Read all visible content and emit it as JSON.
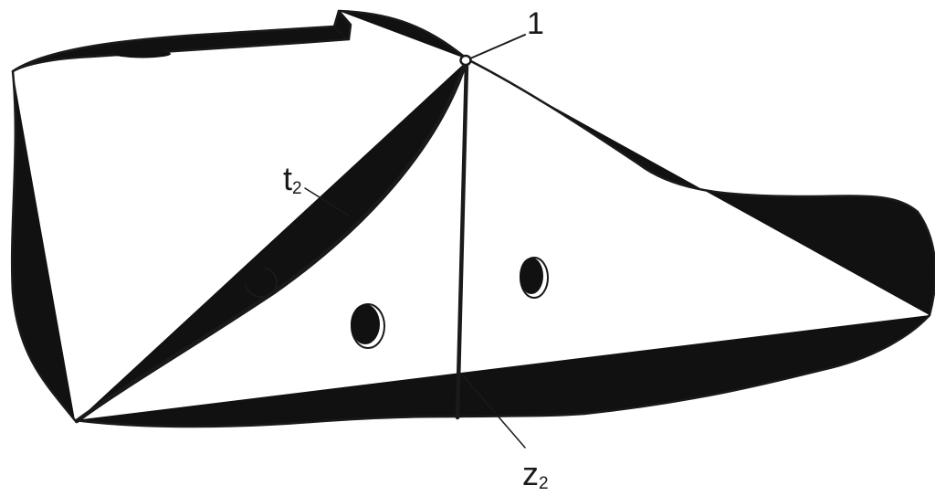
{
  "colors": {
    "line": "#1a1a1a",
    "background": "#ffffff",
    "hole": "#111111"
  },
  "labels": {
    "point": "1",
    "curve_base": "t",
    "curve_sub": "2",
    "line_base": "z",
    "line_sub": "2"
  }
}
